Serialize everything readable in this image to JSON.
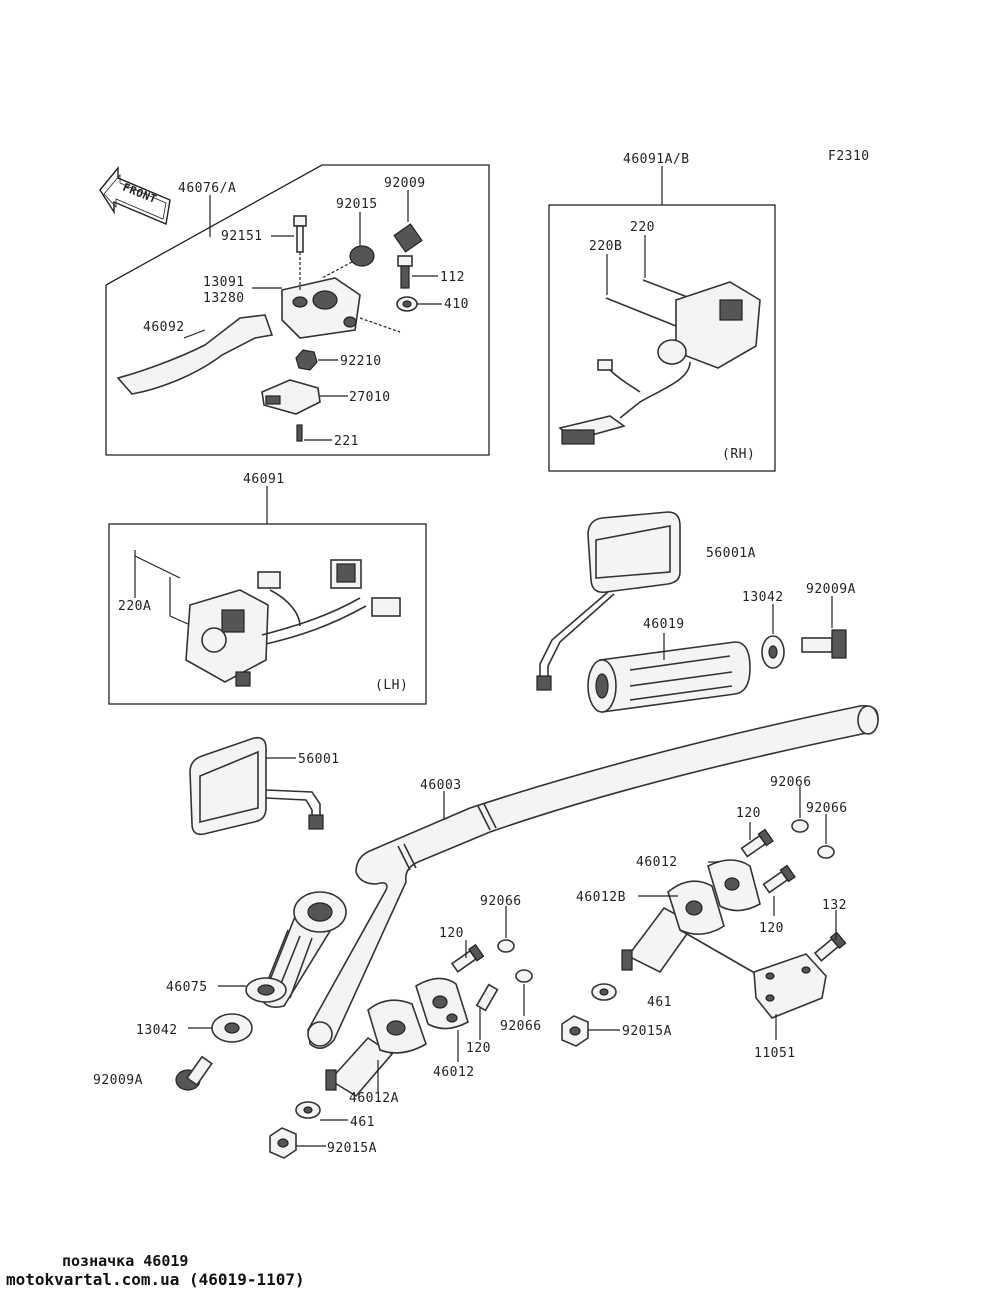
{
  "figure_code": "F2310",
  "front_marker": "FRONT",
  "side_labels": {
    "rh": "(RH)",
    "lh": "(LH)"
  },
  "parts": {
    "p46076A": "46076/A",
    "p92009": "92009",
    "p92015": "92015",
    "p92151": "92151",
    "p112": "112",
    "p13091": "13091",
    "p13280": "13280",
    "p410": "410",
    "p46092": "46092",
    "p92210": "92210",
    "p27010": "27010",
    "p221": "221",
    "p46091AB": "46091A/B",
    "p220": "220",
    "p220B": "220B",
    "p46091": "46091",
    "p220A": "220A",
    "p56001A": "56001A",
    "p13042a": "13042",
    "p92009Aa": "92009A",
    "p46019": "46019",
    "p56001": "56001",
    "p46003": "46003",
    "p92066a": "92066",
    "p92066b": "92066",
    "p120a": "120",
    "p46012a": "46012",
    "p46012B": "46012B",
    "p120b": "120",
    "p132": "132",
    "p92066c": "92066",
    "p120c": "120",
    "p92066d": "92066",
    "p120d": "120",
    "p46075": "46075",
    "p13042b": "13042",
    "p92009Ab": "92009A",
    "p461a": "461",
    "p92015Aa": "92015A",
    "p46012b": "46012",
    "p46012A": "46012A",
    "p461b": "461",
    "p92015Ab": "92015A",
    "p11051": "11051"
  },
  "caption": "позначка 46019",
  "source": "motokvartal.com.ua (46019-1107)"
}
